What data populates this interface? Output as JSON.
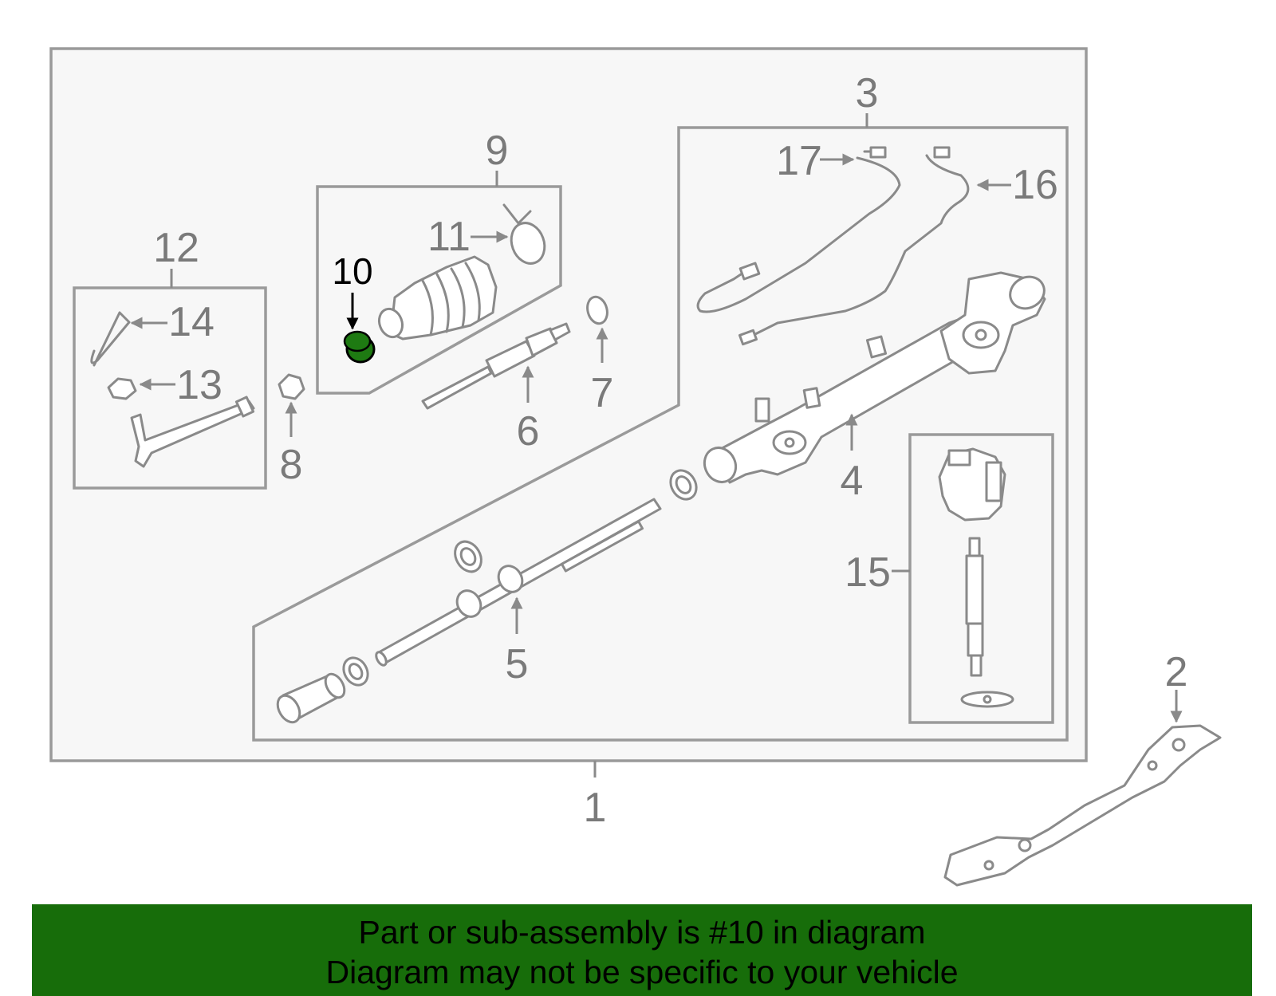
{
  "callouts": {
    "c1": "1",
    "c2": "2",
    "c3": "3",
    "c4": "4",
    "c5": "5",
    "c6": "6",
    "c7": "7",
    "c8": "8",
    "c9": "9",
    "c10": "10",
    "c11": "11",
    "c12": "12",
    "c13": "13",
    "c14": "14",
    "c15": "15",
    "c16": "16",
    "c17": "17"
  },
  "highlight": {
    "part_number": "10",
    "color": "#1e7a12"
  },
  "banner": {
    "line1": "Part or sub-assembly is #10 in diagram",
    "line2": "Diagram may not be specific to your vehicle",
    "background": "#176d0a"
  },
  "colors": {
    "outline": "#8a8a8a",
    "panel_background": "#f7f7f7"
  }
}
